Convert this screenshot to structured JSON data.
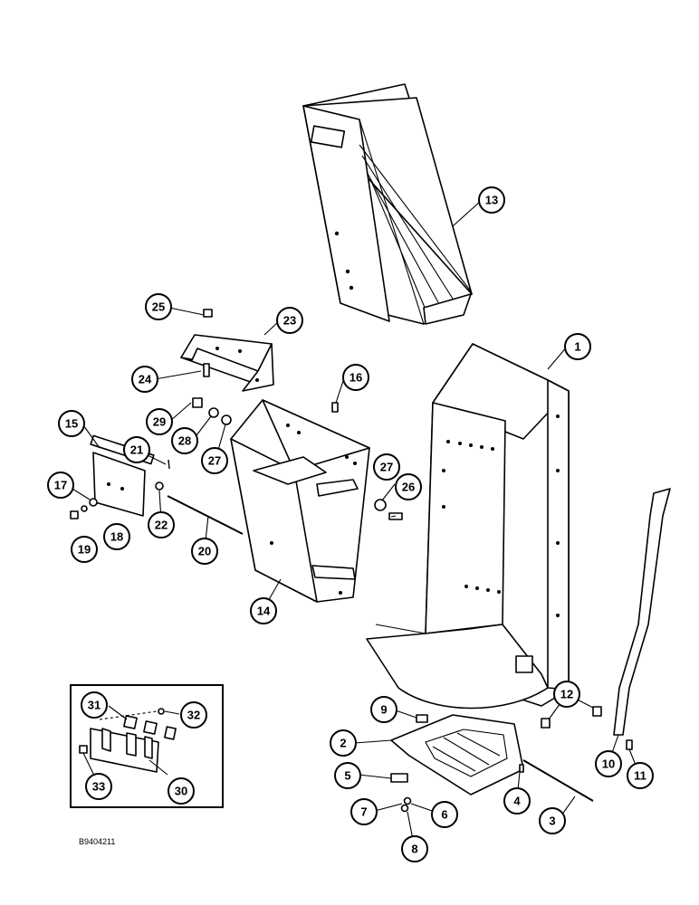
{
  "drawing_code": "B9404211",
  "callouts": [
    "1",
    "2",
    "3",
    "4",
    "5",
    "6",
    "7",
    "8",
    "9",
    "10",
    "11",
    "12",
    "13",
    "14",
    "15",
    "16",
    "17",
    "18",
    "19",
    "20",
    "21",
    "22",
    "23",
    "24",
    "25",
    "26",
    "27",
    "28",
    "29",
    "30",
    "31",
    "32",
    "33"
  ],
  "detail_callouts": [
    "31",
    "32",
    "33",
    "30"
  ],
  "extra_callouts": [
    "27"
  ]
}
